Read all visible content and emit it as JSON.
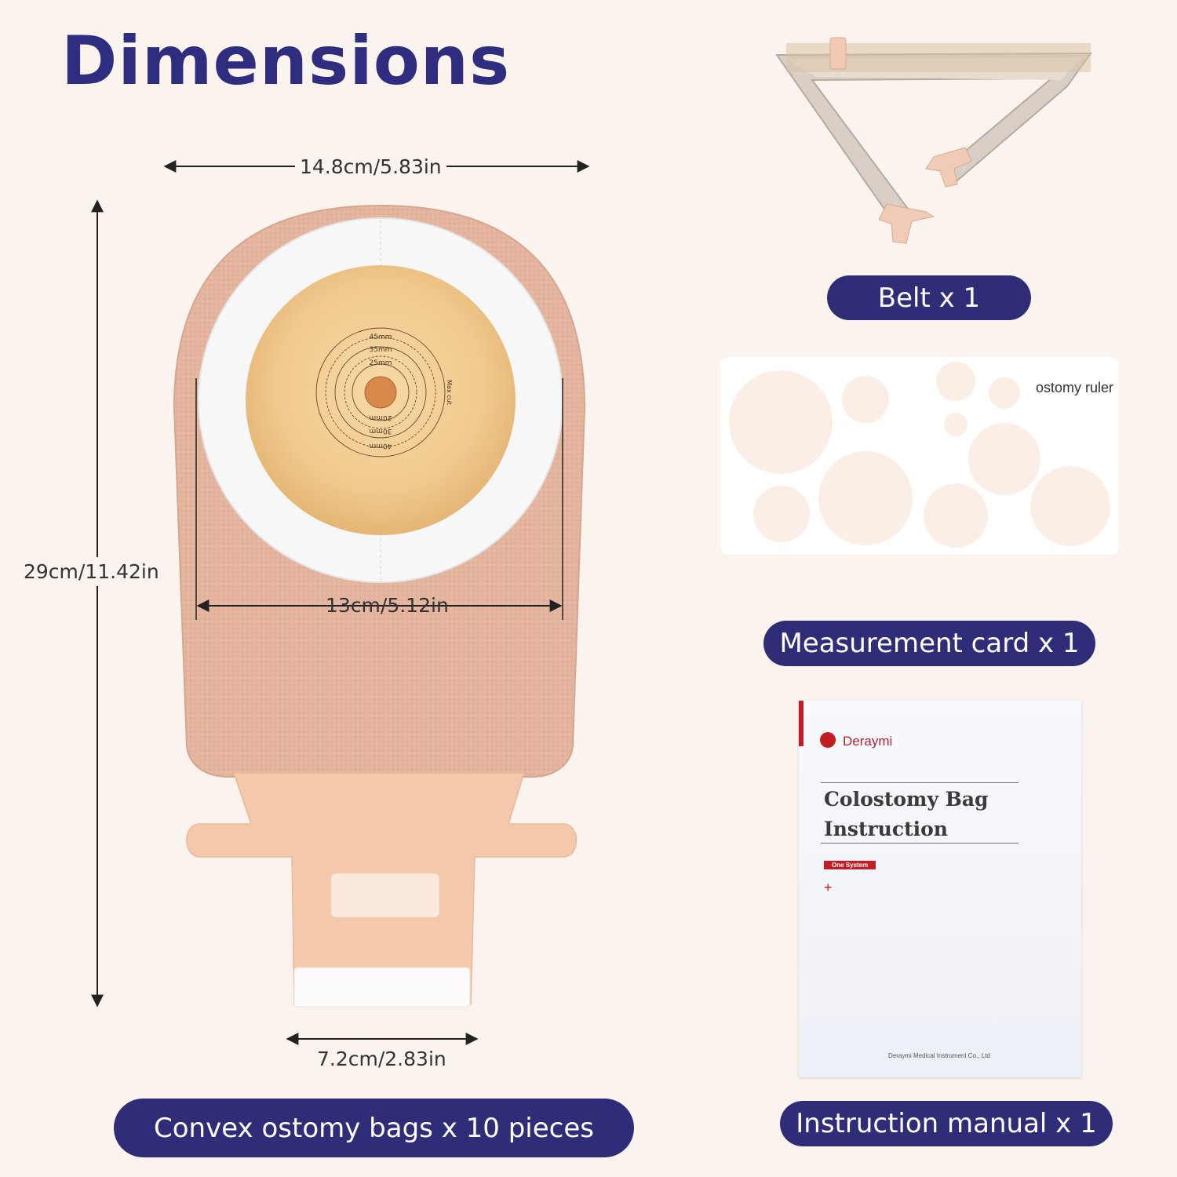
{
  "title": "Dimensions",
  "dimensions": {
    "width_top": "14.8cm/5.83in",
    "height": "29cm/11.42in",
    "width_mid": "13cm/5.12in",
    "width_outlet": "7.2cm/2.83in"
  },
  "flange_marks": {
    "m45": "45mm",
    "m35": "35mm",
    "m25": "25mm",
    "m20": "20mm",
    "m30": "30mm",
    "m40": "40mm",
    "max_cut": "Max cut"
  },
  "labels": {
    "bags": "Convex ostomy bags x 10 pieces",
    "belt": "Belt x 1",
    "card": "Measurement card x 1",
    "manual": "Instruction manual x 1"
  },
  "ruler": {
    "title": "ostomy ruler"
  },
  "manual": {
    "brand": "Deraymi",
    "title_line1": "Colostomy Bag",
    "title_line2": "Instruction",
    "badge": "One System",
    "plus": "+",
    "company": "Deraymi Medical Instrument Co., Ltd"
  },
  "colors": {
    "background": "#faf3ee",
    "accent_navy": "#2f2c78",
    "pouch": "#e3b6a0",
    "brand_red": "#c41e24"
  }
}
